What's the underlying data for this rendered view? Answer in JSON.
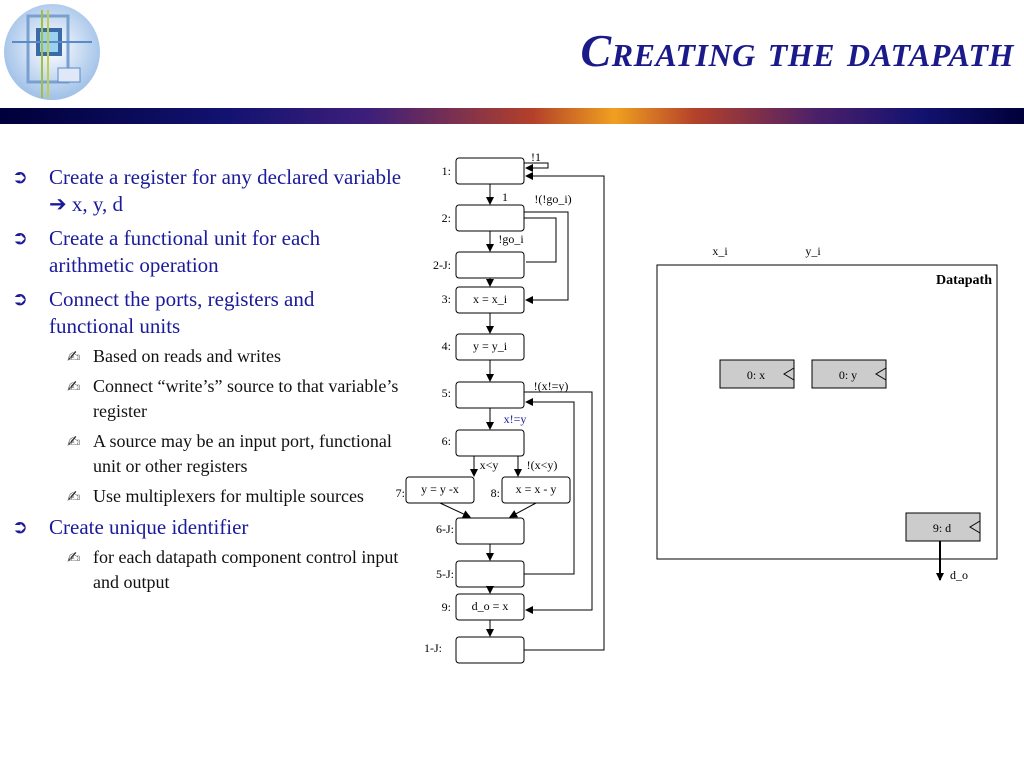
{
  "title": "Creating the datapath",
  "bullets": {
    "b1": "Create a register for any declared variable",
    "b1_tail": " x, y, d",
    "b2": "Create a functional unit for each arithmetic operation",
    "b3": "Connect the ports, registers and functional units",
    "b3_sub1": "Based on reads and writes",
    "b3_sub2": "Connect “write’s” source to that variable’s register",
    "b3_sub3": "A source may be an input port, functional unit or other registers",
    "b3_sub4": "Use multiplexers for multiple sources",
    "b4": "Create unique identifier",
    "b4_sub1": "for each datapath component control input and output"
  },
  "icons": {
    "bullet": "circular-arrow-icon",
    "sub_bullet": "pen-icon",
    "arrow": "right-arrow-icon"
  },
  "fsm": {
    "states": {
      "s1": "1:",
      "s2": "2:",
      "s2j": "2-J:",
      "s3": "3:",
      "s4": "4:",
      "s5": "5:",
      "s6": "6:",
      "s7": "7:",
      "s8": "8:",
      "s6j": "6-J:",
      "s5j": "5-J:",
      "s9": "9:",
      "s1j": "1-J:"
    },
    "actions": {
      "a3": "x = x_i",
      "a4": "y = y_i",
      "a7": "y = y -x",
      "a8": "x = x - y",
      "a9": "d_o = x"
    },
    "conditions": {
      "not_one": "!1",
      "one": "1",
      "not_not_go": "!(!go_i)",
      "not_go": "!go_i",
      "not_neq": "!(x!=y)",
      "neq": "x!=y",
      "lt": "x<y",
      "not_lt": "!(x<y)"
    }
  },
  "datapath": {
    "label": "Datapath",
    "inputs": [
      "x_i",
      "y_i"
    ],
    "registers": [
      "0: x",
      "0: y",
      "9: d"
    ],
    "output": "d_o"
  },
  "colors": {
    "title": "#1a1a8a",
    "text": "#1a1a9a",
    "register_fill": "#cccccc"
  }
}
